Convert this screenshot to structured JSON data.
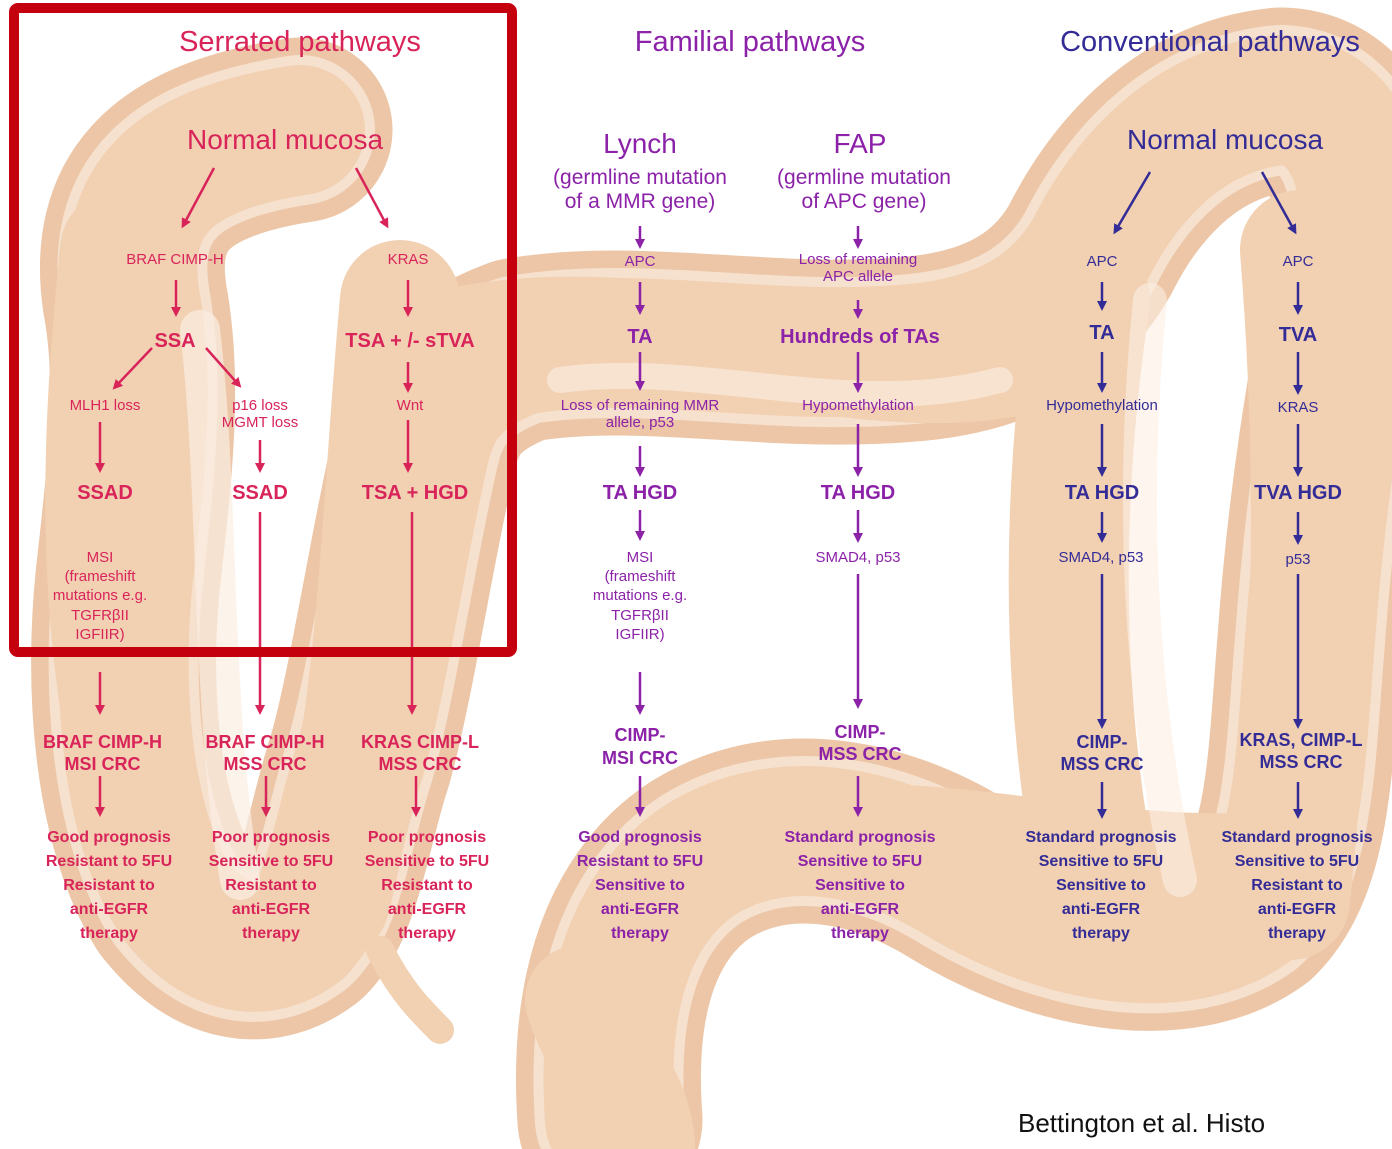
{
  "colors": {
    "serrated": "#d9245a",
    "familial": "#8b22a8",
    "conventional": "#342c96",
    "highlight": "#c4000f",
    "colon": "#f2d1b3"
  },
  "headers": {
    "serrated": "Serrated pathways",
    "familial": "Familial pathways",
    "conventional": "Conventional pathways"
  },
  "serrated": {
    "start": "Normal mucosa",
    "braf_cimp": "BRAF CIMP-H",
    "kras": "KRAS",
    "ssa": "SSA",
    "tsa": "TSA + /-  sTVA",
    "mlh1": "MLH1 loss",
    "p16": "p16 loss\nMGMT loss",
    "wnt": "Wnt",
    "ssad1": "SSAD",
    "ssad2": "SSAD",
    "tsa_hgd": "TSA + HGD",
    "msi": "MSI\n(frameshift\nmutations e.g.\nTGFRβII\nIGFIIR)",
    "crc1": "BRAF CIMP-H\nMSI CRC",
    "crc2": "BRAF  CIMP-H\nMSS CRC",
    "crc3": "KRAS  CIMP-L\nMSS CRC",
    "prog1": "Good prognosis\nResistant to 5FU\nResistant to\nanti-EGFR\ntherapy",
    "prog2": "Poor prognosis\nSensitive to 5FU\nResistant to\nanti-EGFR\ntherapy",
    "prog3": "Poor prognosis\nSensitive to 5FU\nResistant to\nanti-EGFR\ntherapy"
  },
  "familial": {
    "lynch": "Lynch",
    "lynch_germ": "(germline mutation\nof a MMR gene)",
    "fap": "FAP",
    "fap_germ": "(germline mutation\nof APC gene)",
    "apc": "APC",
    "loss_apc": "Loss of remaining\nAPC allele",
    "ta": "TA",
    "hundreds": "Hundreds of TAs",
    "loss_mmr": "Loss of remaining MMR\nallele, p53",
    "hypo": "Hypomethylation",
    "ta_hgd1": "TA HGD",
    "ta_hgd2": "TA HGD",
    "msi": "MSI\n(frameshift\nmutations e.g.\nTGFRβII\nIGFIIR)",
    "smad": "SMAD4, p53",
    "crc1": "CIMP-\nMSI  CRC",
    "crc2": "CIMP-\nMSS CRC",
    "prog1": "Good prognosis\nResistant to 5FU\nSensitive to\nanti-EGFR\ntherapy",
    "prog2": "Standard prognosis\nSensitive to 5FU\nSensitive to\nanti-EGFR\ntherapy"
  },
  "conventional": {
    "start": "Normal mucosa",
    "apc1": "APC",
    "apc2": "APC",
    "ta": "TA",
    "tva": "TVA",
    "hypo": "Hypomethylation",
    "kras": "KRAS",
    "ta_hgd": "TA HGD",
    "tva_hgd": "TVA HGD",
    "smad": "SMAD4, p53",
    "p53": "p53",
    "crc1": "CIMP-\nMSS CRC",
    "crc2": "KRAS, CIMP-L\nMSS  CRC",
    "prog1": "Standard prognosis\nSensitive to 5FU\nSensitive to\nanti-EGFR\ntherapy",
    "prog2": "Standard prognosis\nSensitive to 5FU\nResistant to\nanti-EGFR\ntherapy"
  },
  "citation": "Bettington et al. Histo"
}
